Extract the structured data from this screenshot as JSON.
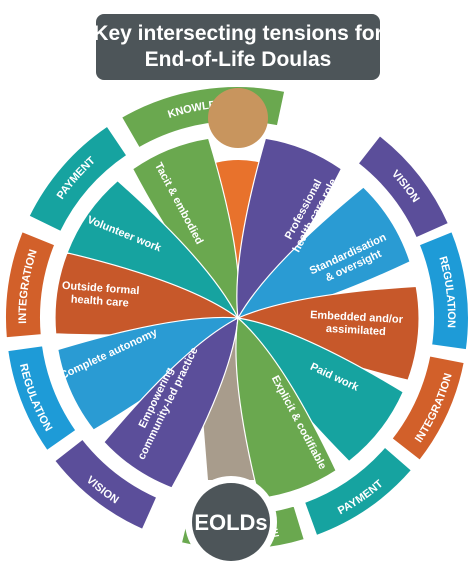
{
  "title": {
    "line1": "Key intersecting tensions for",
    "line2": "End-of-Life Doulas"
  },
  "center_label": "EOLDs",
  "outer_ring": [
    {
      "label": "KNOWLEDGE",
      "color": "#6aa84f"
    },
    {
      "label": "VISION",
      "color": "#5b4e9a"
    },
    {
      "label": "REGULATION",
      "color": "#1e9bd7"
    },
    {
      "label": "INTEGRATION",
      "color": "#d2602a"
    },
    {
      "label": "PAYMENT",
      "color": "#16a3a0"
    },
    {
      "label": "KNOWLEDGE",
      "color": "#6aa84f"
    },
    {
      "label": "VISION",
      "color": "#5b4e9a"
    },
    {
      "label": "REGULATION",
      "color": "#1e9bd7"
    },
    {
      "label": "INTEGRATION",
      "color": "#d2602a"
    },
    {
      "label": "PAYMENT",
      "color": "#16a3a0"
    }
  ],
  "left_ribbons": [
    {
      "label": "Tacit & embodied",
      "color": "#6aa84f"
    },
    {
      "label": "Volunteer work",
      "color": "#16a3a0"
    },
    {
      "label": "Outside formal health care",
      "color": "#c7582a"
    },
    {
      "label": "Complete autonomy",
      "color": "#2a9bd3"
    },
    {
      "label": "Empowering community-led practice",
      "color": "#5b4e9a"
    }
  ],
  "right_ribbons": [
    {
      "label": "Professional health care role",
      "color": "#5b4e9a"
    },
    {
      "label": "Standardisation & oversight",
      "color": "#2a9bd3"
    },
    {
      "label": "Embedded and/or assimilated",
      "color": "#c7582a"
    },
    {
      "label": "Paid work",
      "color": "#16a3a0"
    },
    {
      "label": "Explicit & codifiable",
      "color": "#6aa84f"
    }
  ],
  "colors": {
    "title_bg": "#4d5559",
    "center_bg": "#4d5559",
    "figure_skin": "#c8955e",
    "figure_shirt": "#e8722c",
    "figure_legs": "#a89c8c"
  }
}
